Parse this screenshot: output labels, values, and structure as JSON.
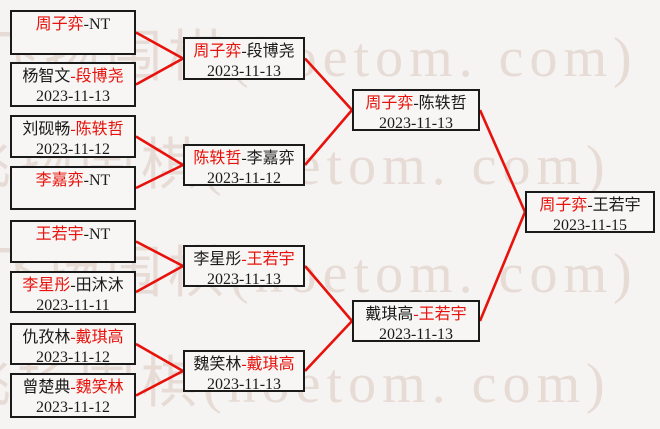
{
  "colors": {
    "red": "#e8110b",
    "black": "#1a1a1a",
    "line": "#e8110b",
    "background": "#f5f4f2",
    "box_border": "#1a1a1a"
  },
  "watermark": {
    "text": "飞扬围棋(hoetom. com)"
  },
  "matches": [
    {
      "p1": "周子弈",
      "p2": "-NT",
      "date": "",
      "p1_color": "red",
      "p2_color": "black"
    },
    {
      "p1": "杨智文",
      "p2": "-段博尧",
      "date": "2023-11-13",
      "p1_color": "black",
      "p2_color": "red"
    },
    {
      "p1": "刘砚畅",
      "p2": "-陈轶哲",
      "date": "2023-11-12",
      "p1_color": "black",
      "p2_color": "red"
    },
    {
      "p1": "李嘉弈",
      "p2": "-NT",
      "date": "",
      "p1_color": "red",
      "p2_color": "black"
    },
    {
      "p1": "王若宇",
      "p2": "-NT",
      "date": "",
      "p1_color": "red",
      "p2_color": "black"
    },
    {
      "p1": "李星彤",
      "p2": "-田沐沐",
      "date": "2023-11-11",
      "p1_color": "red",
      "p2_color": "black"
    },
    {
      "p1": "仇孜林",
      "p2": "-戴琪高",
      "date": "2023-11-12",
      "p1_color": "black",
      "p2_color": "red"
    },
    {
      "p1": "曾楚典",
      "p2": "-魏笑林",
      "date": "2023-11-12",
      "p1_color": "black",
      "p2_color": "red"
    },
    {
      "p1": "周子弈",
      "p2": "-段博尧",
      "date": "2023-11-13",
      "p1_color": "red",
      "p2_color": "black"
    },
    {
      "p1": "陈轶哲",
      "p2": "-李嘉弈",
      "date": "2023-11-12",
      "p1_color": "red",
      "p2_color": "black"
    },
    {
      "p1": "李星彤",
      "p2": "-王若宇",
      "date": "2023-11-13",
      "p1_color": "black",
      "p2_color": "red"
    },
    {
      "p1": "魏笑林",
      "p2": "-戴琪高",
      "date": "2023-11-13",
      "p1_color": "black",
      "p2_color": "red"
    },
    {
      "p1": "周子弈",
      "p2": "-陈轶哲",
      "date": "2023-11-13",
      "p1_color": "red",
      "p2_color": "black"
    },
    {
      "p1": "戴琪高",
      "p2": "-王若宇",
      "date": "2023-11-13",
      "p1_color": "black",
      "p2_color": "red"
    },
    {
      "p1": "周子弈",
      "p2": "-王若宇",
      "date": "2023-11-15",
      "p1_color": "red",
      "p2_color": "black"
    }
  ]
}
